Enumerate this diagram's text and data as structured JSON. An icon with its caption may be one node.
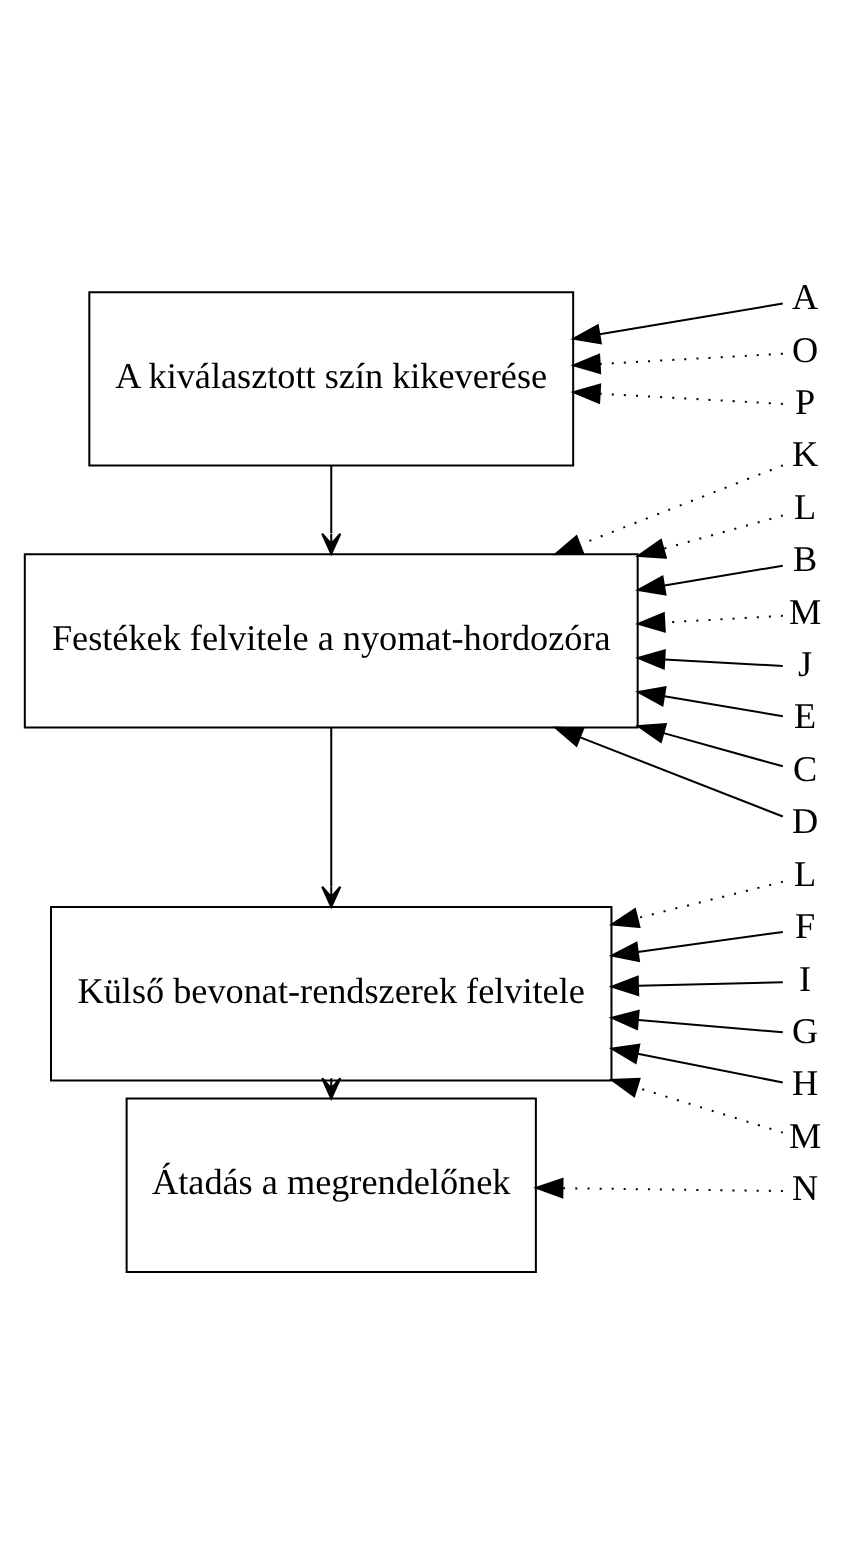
{
  "diagram": {
    "nodes": [
      {
        "text": [
          "A kiválasztott szín kikeverése"
        ]
      },
      {
        "text": [
          "A"
        ]
      },
      {
        "text": [
          "O"
        ]
      },
      {
        "text": [
          "P"
        ]
      },
      {
        "text": [
          "Festékek felvitele a nyomat-hordozóra"
        ]
      },
      {
        "text": [
          "K"
        ]
      },
      {
        "text": [
          "L"
        ]
      },
      {
        "text": [
          "B"
        ]
      },
      {
        "text": [
          "M"
        ]
      },
      {
        "text": [
          "J"
        ]
      },
      {
        "text": [
          "E"
        ]
      },
      {
        "text": [
          "C"
        ]
      },
      {
        "text": [
          "D"
        ]
      },
      {
        "text": [
          "Külső bevonat-rendszerek felvitele"
        ]
      },
      {
        "text": [
          "L"
        ]
      },
      {
        "text": [
          "F"
        ]
      },
      {
        "text": [
          "I"
        ]
      },
      {
        "text": [
          "G"
        ]
      },
      {
        "text": [
          "H"
        ]
      },
      {
        "text": [
          "M"
        ]
      },
      {
        "text": [
          "Átadás a megrendelőnek"
        ]
      },
      {
        "text": [
          "N"
        ]
      }
    ],
    "edges": [
      {
        "from": 0,
        "to": 4,
        "arrow": "to"
      },
      {
        "from": 4,
        "to": 13,
        "arrow": "to"
      },
      {
        "from": 13,
        "to": 20,
        "arrow": "to"
      },
      {
        "from": 1,
        "to": 0,
        "arrow": "to"
      },
      {
        "from": 2,
        "to": 0,
        "arrow": "to",
        "style": "dashed"
      },
      {
        "from": 3,
        "to": 0,
        "arrow": "to",
        "style": "dashed"
      },
      {
        "from": 5,
        "to": 4,
        "arrow": "to",
        "style": "dashed"
      },
      {
        "from": 6,
        "to": 4,
        "arrow": "to",
        "style": "dashed"
      },
      {
        "from": 7,
        "to": 4,
        "arrow": "to"
      },
      {
        "from": 8,
        "to": 4,
        "arrow": "to",
        "style": "dashed"
      },
      {
        "from": 9,
        "to": 4,
        "arrow": "to"
      },
      {
        "from": 10,
        "to": 4,
        "arrow": "to"
      },
      {
        "from": 11,
        "to": 4,
        "arrow": "to"
      },
      {
        "from": 12,
        "to": 4,
        "arrow": "to"
      },
      {
        "from": 14,
        "to": 13,
        "arrow": "to",
        "style": "dashed"
      },
      {
        "from": 15,
        "to": 13,
        "arrow": "to"
      },
      {
        "from": 16,
        "to": 13,
        "arrow": "to"
      },
      {
        "from": 17,
        "to": 13,
        "arrow": "to"
      },
      {
        "from": 18,
        "to": 13,
        "arrow": "to"
      },
      {
        "from": 19,
        "to": 13,
        "arrow": "to",
        "style": "dashed"
      },
      {
        "from": 21,
        "to": 20,
        "arrow": "to",
        "style": "dashed"
      }
    ]
  }
}
